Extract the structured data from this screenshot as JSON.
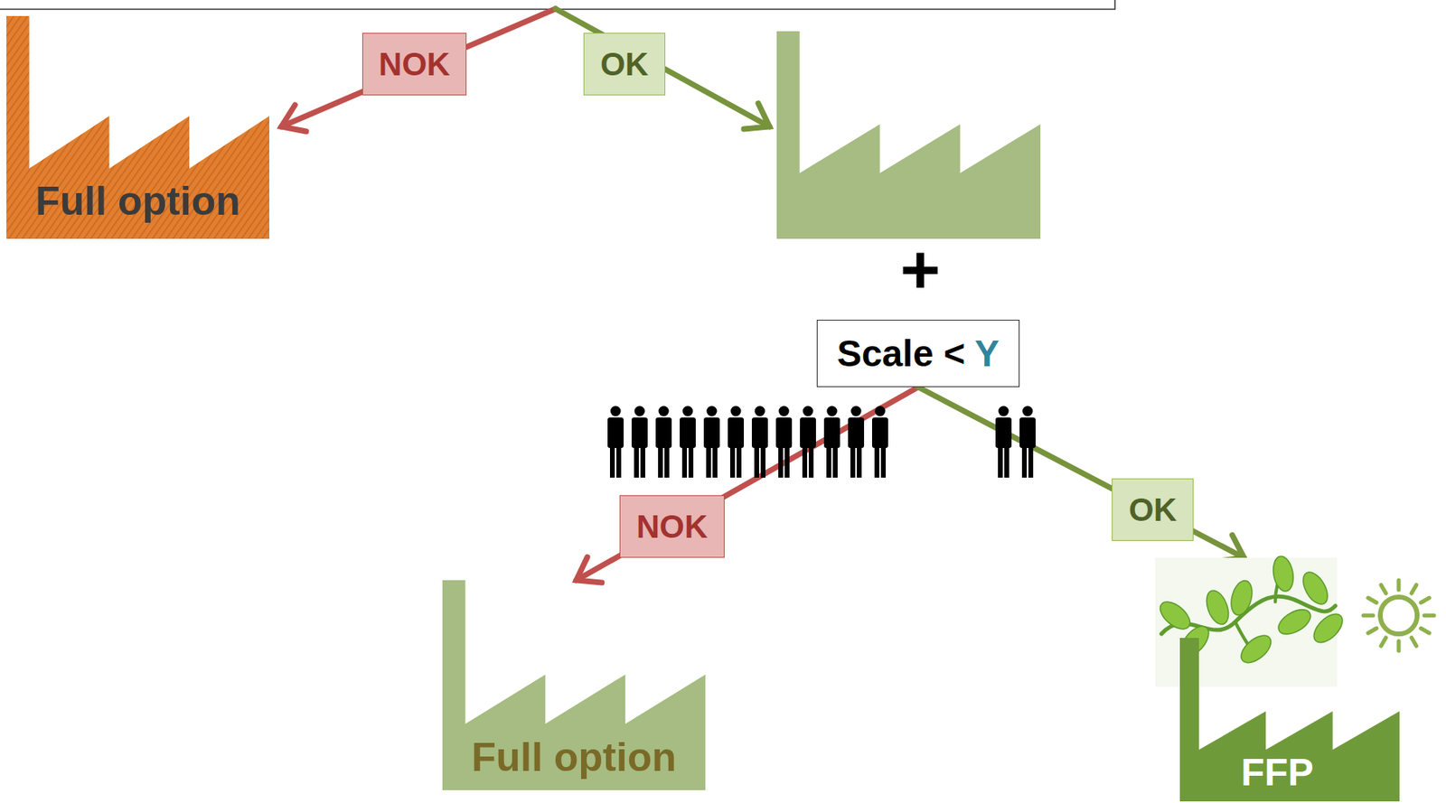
{
  "diagram": {
    "nodes": [
      {
        "text": [
          "Full option"
        ]
      },
      {
        "text": [
          "Scale < Y"
        ]
      },
      {
        "text": [
          "Full option"
        ]
      },
      {
        "text": [
          "FFP"
        ]
      }
    ],
    "edges": [
      {
        "from": 1,
        "to": 2,
        "label": "NOK",
        "arrow": "to"
      },
      {
        "from": 1,
        "to": 3,
        "label": "OK",
        "arrow": "to"
      }
    ],
    "labels": [
      "NOK",
      "OK",
      "+"
    ]
  }
}
